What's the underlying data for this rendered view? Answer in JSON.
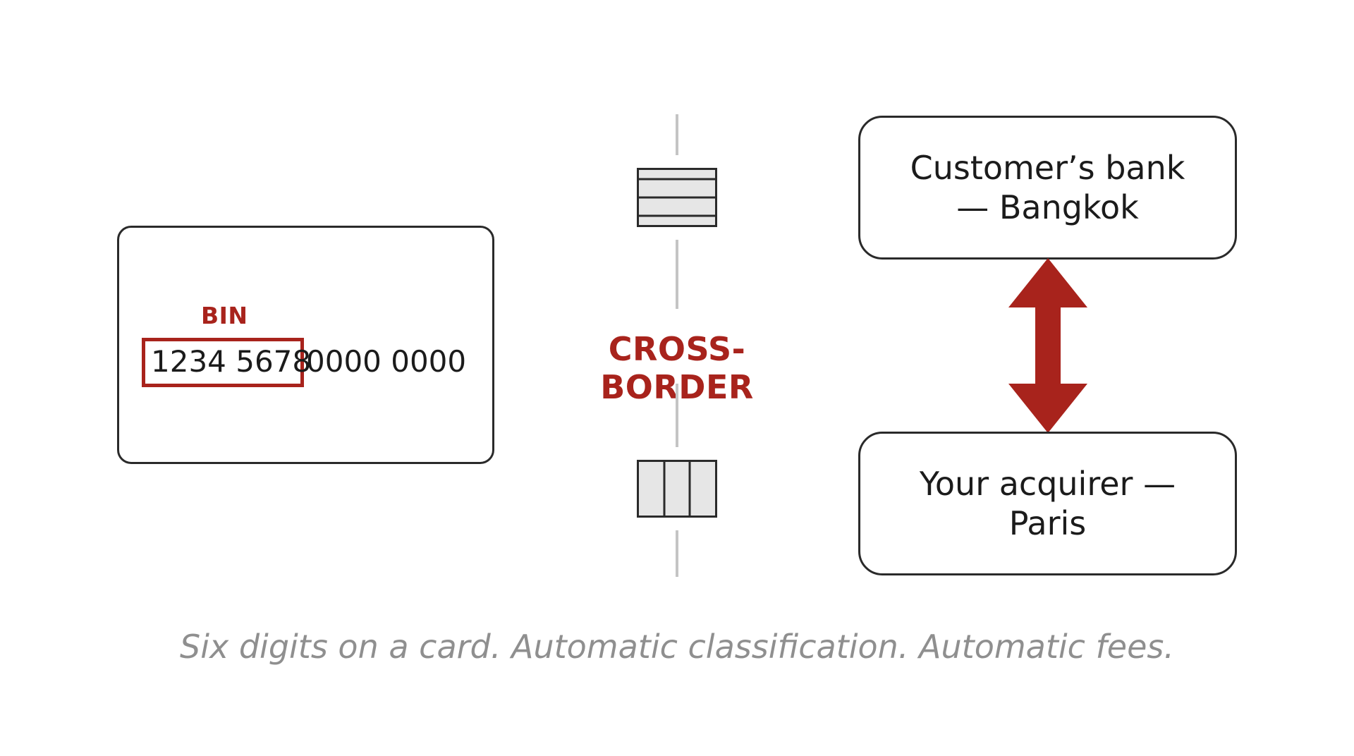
{
  "card": {
    "bin_label": "BIN",
    "bin_digits": "1234 5678",
    "remaining_digits": "0000 0000"
  },
  "center": {
    "label": "CROSS-BORDER",
    "top_icon": "stacked-bars-icon",
    "bottom_icon": "vertical-bars-icon"
  },
  "nodes": {
    "top": "Customer’s bank\n— Bangkok",
    "bottom": "Your acquirer —\nParis"
  },
  "caption": "Six digits on a card. Automatic classification. Automatic fees.",
  "colors": {
    "accent": "#a8231c",
    "stroke": "#2a2a2a",
    "divider": "#c4c4c4",
    "caption": "#8f8f8f"
  }
}
